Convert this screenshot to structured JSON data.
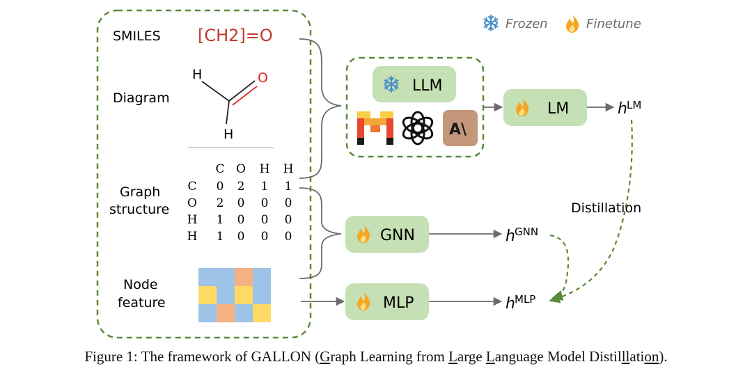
{
  "legend": {
    "frozen_label": "Frozen",
    "finetune_label": "Finetune"
  },
  "inputs": {
    "smiles_label": "SMILES",
    "smiles_value": "[CH2]=O",
    "diagram_label": "Diagram",
    "diagram_atoms": [
      "H",
      "O",
      "H"
    ],
    "graph_label_line1": "Graph",
    "graph_label_line2": "structure",
    "node_label_line1": "Node",
    "node_label_line2": "feature"
  },
  "adjacency_matrix": {
    "headers": [
      "C",
      "O",
      "H",
      "H"
    ],
    "rows": [
      {
        "label": "C",
        "values": [
          "0",
          "2",
          "1",
          "1"
        ]
      },
      {
        "label": "O",
        "values": [
          "2",
          "0",
          "0",
          "0"
        ]
      },
      {
        "label": "H",
        "values": [
          "1",
          "0",
          "0",
          "0"
        ]
      },
      {
        "label": "H",
        "values": [
          "1",
          "0",
          "0",
          "0"
        ]
      }
    ]
  },
  "node_feature_grid": [
    [
      "#9dc3e6",
      "#9dc3e6",
      "#f4b183",
      "#9dc3e6"
    ],
    [
      "#ffd966",
      "#9dc3e6",
      "#ffd966",
      "#9dc3e6"
    ],
    [
      "#9dc3e6",
      "#f4b183",
      "#9dc3e6",
      "#ffd966"
    ]
  ],
  "models": {
    "llm_label": "LLM",
    "llm_logo_anthropic": "A\\",
    "lm_label": "LM",
    "gnn_label": "GNN",
    "mlp_label": "MLP"
  },
  "outputs": {
    "h": "h",
    "lm_sup": "LM",
    "gnn_sup": "GNN",
    "mlp_sup": "MLP"
  },
  "distillation_label": "Distillation",
  "caption": {
    "prefix": "Figure 1: The framework of GALLON (",
    "g": "G",
    "raph": "raph Learning from ",
    "l1": "L",
    "arge": "arge ",
    "l2": "L",
    "anguage": "anguage Model Distil",
    "lla": "l",
    "lla2": "l",
    "ati": "ati",
    "on": "on",
    "suffix": ")."
  },
  "colors": {
    "dashed_green": "#5a8a3a",
    "model_box": "#c5e0b4",
    "smiles_red": "#c0392b",
    "frozen_blue": "#4a90c8",
    "fire_orange": "#f5a623",
    "arrow_gray": "#6b6b6b"
  },
  "icons": [
    "snowflake-icon",
    "fire-icon",
    "mistral-logo-icon",
    "openai-logo-icon",
    "anthropic-logo-icon"
  ]
}
